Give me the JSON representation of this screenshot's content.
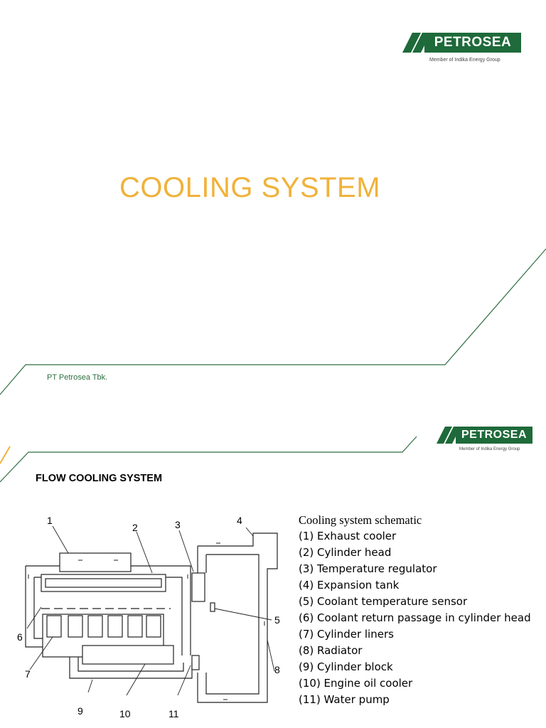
{
  "slide1": {
    "logo": {
      "brand": "PETROSEA",
      "tagline": "Member of Indika Energy Group"
    },
    "title": "COOLING SYSTEM",
    "company": "PT Petrosea Tbk."
  },
  "slide2": {
    "logo": {
      "brand": "PETROSEA",
      "tagline": "Member of Indika Energy Group"
    },
    "heading": "FLOW COOLING SYSTEM",
    "diagram": {
      "callouts": [
        "1",
        "2",
        "3",
        "4",
        "5",
        "6",
        "7",
        "8",
        "9",
        "10",
        "11"
      ]
    },
    "legend": {
      "heading": "Cooling system schematic",
      "items": [
        "(1) Exhaust cooler",
        "(2) Cylinder head",
        "(3) Temperature regulator",
        "(4) Expansion tank",
        "(5) Coolant temperature sensor",
        "(6) Coolant return passage in cylinder head",
        "(7) Cylinder liners",
        "(8) Radiator",
        "(9) Cylinder block",
        "(10) Engine oil cooler",
        "(11) Water pump"
      ]
    }
  },
  "colors": {
    "brand_green": "#1e6a3a",
    "title_orange": "#f0b23a",
    "line_green": "#2e6f41"
  }
}
